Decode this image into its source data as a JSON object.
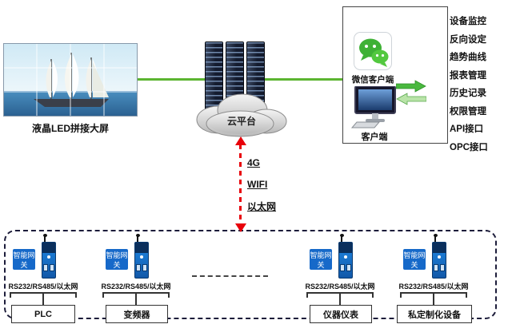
{
  "led_wall": {
    "caption": "液晶LED拼接大屏"
  },
  "cloud_platform": {
    "label": "云平台"
  },
  "network_links": {
    "labels": [
      "4G",
      "WIFI",
      "以太网"
    ]
  },
  "client_panel": {
    "wechat_caption": "微信客户端",
    "desktop_caption": "客户端"
  },
  "features": [
    "设备监控",
    "反向设定",
    "趋势曲线",
    "报表管理",
    "历史记录",
    "权限管理",
    "API接口",
    "OPC接口"
  ],
  "gateways": [
    {
      "label": "智能网关",
      "interface": "RS232/RS485/以太网",
      "device": "PLC"
    },
    {
      "label": "智能网关",
      "interface": "RS232/RS485/以太网",
      "device": "变频器"
    },
    {
      "label": "智能网关",
      "interface": "RS232/RS485/以太网",
      "device": "仪器仪表"
    },
    {
      "label": "智能网关",
      "interface": "RS232/RS485/以太网",
      "device": "私定制化设备"
    }
  ],
  "colors": {
    "link_green": "#5cb531",
    "alert_red": "#e8000a",
    "gateway_blue": "#1669c9",
    "wechat_green": "#3eb135"
  }
}
